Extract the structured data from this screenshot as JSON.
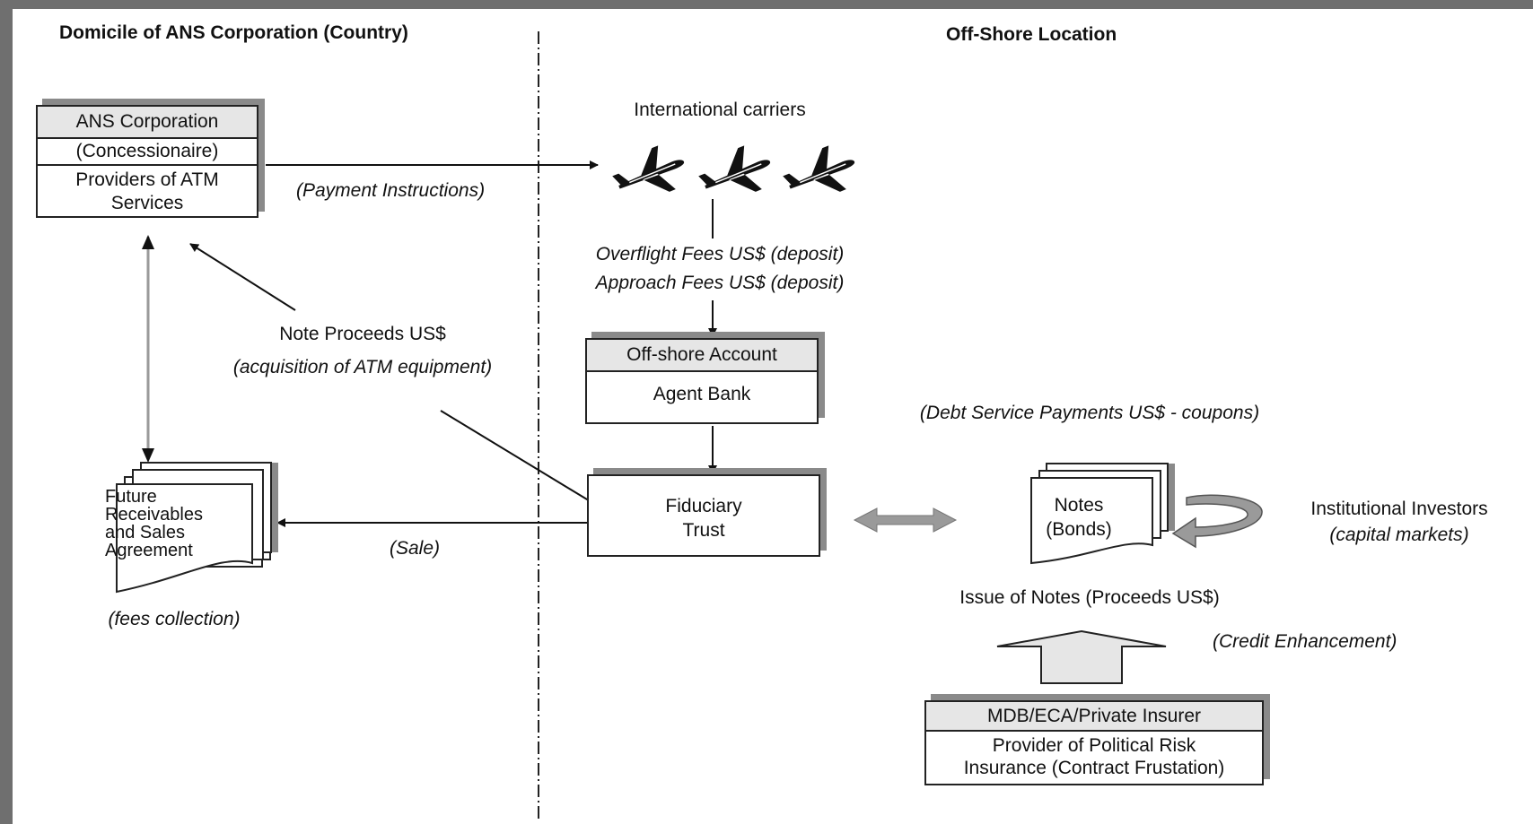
{
  "headings": {
    "domicile": "Domicile of ANS Corporation (Country)",
    "offshore": "Off-Shore Location"
  },
  "ans_box": {
    "title": "ANS Corporation",
    "subtitle": "(Concessionaire)",
    "body_line1": "Providers of ATM",
    "body_line2": "Services"
  },
  "labels": {
    "payment_instructions": "(Payment Instructions)",
    "international_carriers": "International carriers",
    "overflight_fees": "Overflight Fees US$ (deposit)",
    "approach_fees": "Approach Fees US$ (deposit)",
    "note_proceeds": "Note Proceeds US$",
    "acquisition": "(acquisition of ATM equipment)",
    "debt_service": "(Debt Service Payments US$ - coupons)",
    "sale": "(Sale)",
    "fees_collection": "(fees collection)",
    "issue_of_notes": "Issue of Notes (Proceeds US$)",
    "credit_enhancement": "(Credit Enhancement)",
    "institutional_investors": "Institutional Investors",
    "capital_markets": "(capital markets)"
  },
  "offshore_box": {
    "title": "Off-shore Account",
    "body": "Agent Bank"
  },
  "fiduciary_box": {
    "line1": "Fiduciary",
    "line2": "Trust"
  },
  "receivables_doc": {
    "line1": "Future",
    "line2": "Receivables",
    "line3": "and Sales",
    "line4": "Agreement"
  },
  "notes_doc": {
    "line1": "Notes",
    "line2": "(Bonds)"
  },
  "insurer_box": {
    "title": "MDB/ECA/Private Insurer",
    "body_line1": "Provider of Political Risk",
    "body_line2": "Insurance (Contract Frustation)"
  },
  "icons": {
    "airplanes": [
      "airplane-icon",
      "airplane-icon",
      "airplane-icon"
    ]
  }
}
